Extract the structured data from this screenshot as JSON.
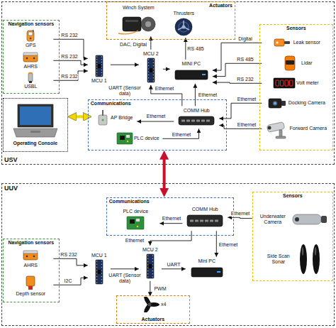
{
  "diagram": {
    "nodes": [
      {
        "text": [
          "USV"
        ]
      },
      {
        "text": [
          "Navigation sensors"
        ],
        "in": 0
      },
      {
        "text": [
          "GPS"
        ],
        "in": 1
      },
      {
        "text": [
          "AHRS"
        ],
        "in": 1
      },
      {
        "text": [
          "USBL"
        ],
        "in": 1
      },
      {
        "text": [
          "MCU 1"
        ],
        "in": 0
      },
      {
        "text": [
          "MCU 2"
        ],
        "in": 0
      },
      {
        "text": [
          "Actuators"
        ],
        "in": 0
      },
      {
        "text": [
          "Winch System"
        ],
        "in": 7
      },
      {
        "text": [
          "Thrusters"
        ],
        "in": 7
      },
      {
        "text": [
          "MINI PC"
        ],
        "in": 0
      },
      {
        "text": [
          "Sensors"
        ],
        "in": 0
      },
      {
        "text": [
          "Leak sensor"
        ],
        "in": 11
      },
      {
        "text": [
          "Lidar"
        ],
        "in": 11
      },
      {
        "text": [
          "Volt meter"
        ],
        "in": 11
      },
      {
        "text": [
          "Docking Camera"
        ],
        "in": 11
      },
      {
        "text": [
          "Forward Camera"
        ],
        "in": 11
      },
      {
        "text": [
          "Operating Console"
        ],
        "in": 0
      },
      {
        "text": [
          "Communications"
        ],
        "in": 0
      },
      {
        "text": [
          "AP Bridge"
        ],
        "in": 18
      },
      {
        "text": [
          "COMM Hub"
        ],
        "in": 18
      },
      {
        "text": [
          "PLC device"
        ],
        "in": 18
      },
      {
        "text": [
          "UUV"
        ]
      },
      {
        "text": [
          "Communications"
        ],
        "in": 22
      },
      {
        "text": [
          "PLC device"
        ],
        "in": 23
      },
      {
        "text": [
          "COMM Hub"
        ],
        "in": 23
      },
      {
        "text": [
          "Sensors"
        ],
        "in": 22
      },
      {
        "text": [
          "Underwater Camera"
        ],
        "in": 26
      },
      {
        "text": [
          "Side Scan Sonar"
        ],
        "in": 26
      },
      {
        "text": [
          "Navigation sensors"
        ],
        "in": 22
      },
      {
        "text": [
          "AHRS"
        ],
        "in": 29
      },
      {
        "text": [
          "Depth sensor"
        ],
        "in": 29
      },
      {
        "text": [
          "MCU 1"
        ],
        "in": 22
      },
      {
        "text": [
          "MCU 2"
        ],
        "in": 22
      },
      {
        "text": [
          "Mini PC"
        ],
        "in": 22
      },
      {
        "text": [
          "Actuators"
        ],
        "in": 22
      },
      {
        "text": [
          "x4"
        ],
        "in": 35
      }
    ],
    "edges": [
      {
        "from": 2,
        "to": 5,
        "arrow": "to",
        "label": "RS 232"
      },
      {
        "from": 3,
        "to": 5,
        "arrow": "to",
        "label": "RS 232"
      },
      {
        "from": 4,
        "to": 5,
        "arrow": "to",
        "label": "RS 232"
      },
      {
        "from": 5,
        "to": 6,
        "arrow": "to",
        "label": "UART (Sensor data)"
      },
      {
        "from": 6,
        "to": 8,
        "arrow": "to",
        "label": "DAC, Digital"
      },
      {
        "from": 6,
        "to": 10,
        "arrow": "to"
      },
      {
        "from": 10,
        "to": 9,
        "arrow": "to",
        "label": "RS 485"
      },
      {
        "from": 12,
        "to": 10,
        "arrow": "to",
        "label": "Digital"
      },
      {
        "from": 13,
        "to": 10,
        "arrow": "to",
        "label": "RS 485"
      },
      {
        "from": 14,
        "to": 10,
        "arrow": "to",
        "label": "RS 232"
      },
      {
        "from": 20,
        "to": 6,
        "arrow": "to",
        "label": "Ethernet"
      },
      {
        "from": 20,
        "to": 10,
        "arrow": "to",
        "label": "Ethernet"
      },
      {
        "from": 20,
        "to": 19,
        "arrow": "to",
        "label": "Ethernet"
      },
      {
        "from": 21,
        "to": 20,
        "arrow": "to",
        "label": "Ethernet"
      },
      {
        "from": 15,
        "to": 20,
        "arrow": "to",
        "label": "Ethernet"
      },
      {
        "from": 16,
        "to": 20,
        "arrow": "to",
        "label": "Ethernet"
      },
      {
        "from": 17,
        "to": 19,
        "arrow": "both"
      },
      {
        "from": 18,
        "to": 23,
        "arrow": "both"
      },
      {
        "from": 25,
        "to": 24,
        "arrow": "to",
        "label": "Ethernet"
      },
      {
        "from": 26,
        "to": 25,
        "arrow": "to",
        "label": "Ethernet"
      },
      {
        "from": 30,
        "to": 32,
        "arrow": "to",
        "label": "RS 232"
      },
      {
        "from": 31,
        "to": 32,
        "arrow": "to",
        "label": "I2C"
      },
      {
        "from": 32,
        "to": 33,
        "arrow": "to",
        "label": "UART (Sensor data)"
      },
      {
        "from": 33,
        "to": 34,
        "arrow": "to",
        "label": "UART"
      },
      {
        "from": 25,
        "to": 33,
        "arrow": "to",
        "label": "Ethernet"
      },
      {
        "from": 25,
        "to": 34,
        "arrow": "to",
        "label": "Ethernet"
      },
      {
        "from": 33,
        "to": 36,
        "arrow": "to",
        "label": "PWM"
      }
    ]
  }
}
